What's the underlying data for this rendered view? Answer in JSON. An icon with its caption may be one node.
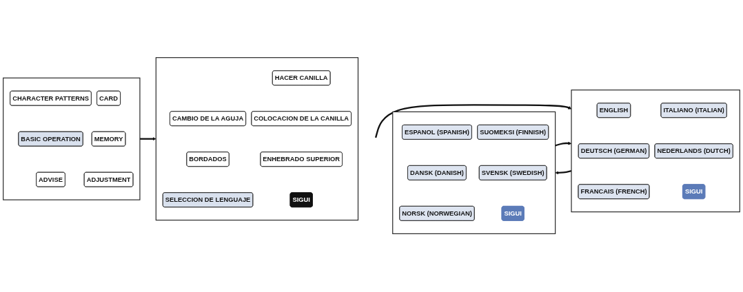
{
  "diagram": {
    "nodes": [
      {
        "text": [],
        "shape": "box"
      },
      {
        "text": [
          "CHARACTER PATTERNS"
        ],
        "in": 0
      },
      {
        "text": [
          "CARD"
        ],
        "in": 0
      },
      {
        "text": [
          "BASIC OPERATION"
        ],
        "in": 0
      },
      {
        "text": [
          "MEMORY"
        ],
        "in": 0
      },
      {
        "text": [
          "ADVISE"
        ],
        "in": 0
      },
      {
        "text": [
          "ADJUSTMENT"
        ],
        "in": 0
      },
      {
        "text": [],
        "shape": "box"
      },
      {
        "text": [
          "HACER CANILLA"
        ],
        "in": 7
      },
      {
        "text": [
          "CAMBIO DE LA AGUJA"
        ],
        "in": 7
      },
      {
        "text": [
          "COLOCACION DE LA CANILLA"
        ],
        "in": 7
      },
      {
        "text": [
          "BORDADOS"
        ],
        "in": 7
      },
      {
        "text": [
          "ENHEBRADO SUPERIOR"
        ],
        "in": 7
      },
      {
        "text": [
          "SELECCION DE LENGUAJE"
        ],
        "in": 7
      },
      {
        "text": [
          "SIGUI"
        ],
        "in": 7
      },
      {
        "text": [],
        "shape": "box"
      },
      {
        "text": [
          "ENGLISH"
        ],
        "in": 15
      },
      {
        "text": [
          "ITALIANO (ITALIAN)"
        ],
        "in": 15
      },
      {
        "text": [
          "DEUTSCH (GERMAN)"
        ],
        "in": 15
      },
      {
        "text": [
          "NEDERLANDS (DUTCH)"
        ],
        "in": 15
      },
      {
        "text": [
          "FRANCAIS (FRENCH)"
        ],
        "in": 15
      },
      {
        "text": [
          "SIGUI"
        ],
        "in": 15
      },
      {
        "text": [],
        "shape": "box"
      },
      {
        "text": [
          "ESPANOL (SPANISH)"
        ],
        "in": 22
      },
      {
        "text": [
          "SUOMEKSI (FINNISH)"
        ],
        "in": 22
      },
      {
        "text": [
          "DANSK (DANISH)"
        ],
        "in": 22
      },
      {
        "text": [
          "SVENSK (SWEDISH)"
        ],
        "in": 22
      },
      {
        "text": [
          "NORSK (NORWEGIAN)"
        ],
        "in": 22
      },
      {
        "text": [
          "SIGUI"
        ],
        "in": 22
      }
    ],
    "edges": [
      {
        "from": 0,
        "to": 7,
        "arrow": "to"
      },
      {
        "from": null,
        "to": 15,
        "arrow": "to"
      },
      {
        "from": 15,
        "to": 22,
        "arrow": "to"
      },
      {
        "from": 22,
        "to": 15,
        "arrow": "to"
      }
    ]
  }
}
